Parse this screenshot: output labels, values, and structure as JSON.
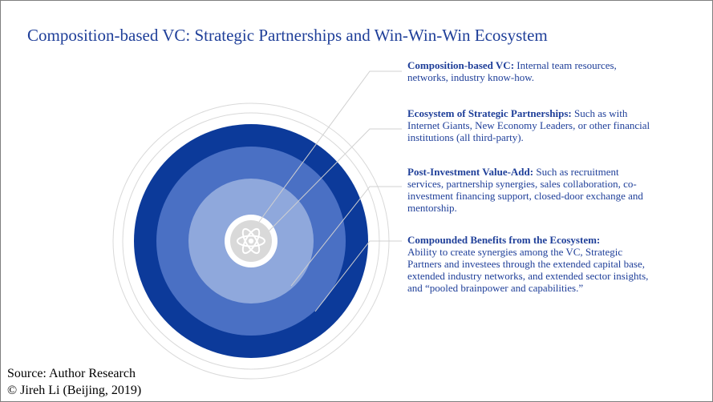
{
  "title": "Composition-based VC: Strategic Partnerships and Win-Win-Win Ecosystem",
  "layers": [
    {
      "heading": "Composition-based VC:",
      "text": "Internal team resources, networks, industry know-how."
    },
    {
      "heading": "Ecosystem of Strategic Partnerships:",
      "text": "Such as with Internet Giants, New Economy Leaders, or other financial institutions (all third-party)."
    },
    {
      "heading": "Post-Investment Value-Add:",
      "text": "Such as recruitment services, partnership synergies, sales collaboration, co-investment financing support, closed-door exchange and mentorship."
    },
    {
      "heading": "Compounded Benefits from the Ecosystem:",
      "text": "Ability to create synergies among the VC, Strategic Partners and investees through the extended capital base, extended industry networks, and extended sector insights, and “pooled brainpower and capabilities.”"
    }
  ],
  "colors": {
    "outer_ring": "#0c3a9a",
    "second_ring": "#4a70c4",
    "third_ring": "#8fa8dc",
    "core": "#ffffff",
    "halo_lines": "#d9d9d9",
    "text": "#1f3f99"
  },
  "center_icon": "atom-icon",
  "source": "Source: Author Research",
  "copyright": "© Jireh Li (Beijing, 2019)"
}
